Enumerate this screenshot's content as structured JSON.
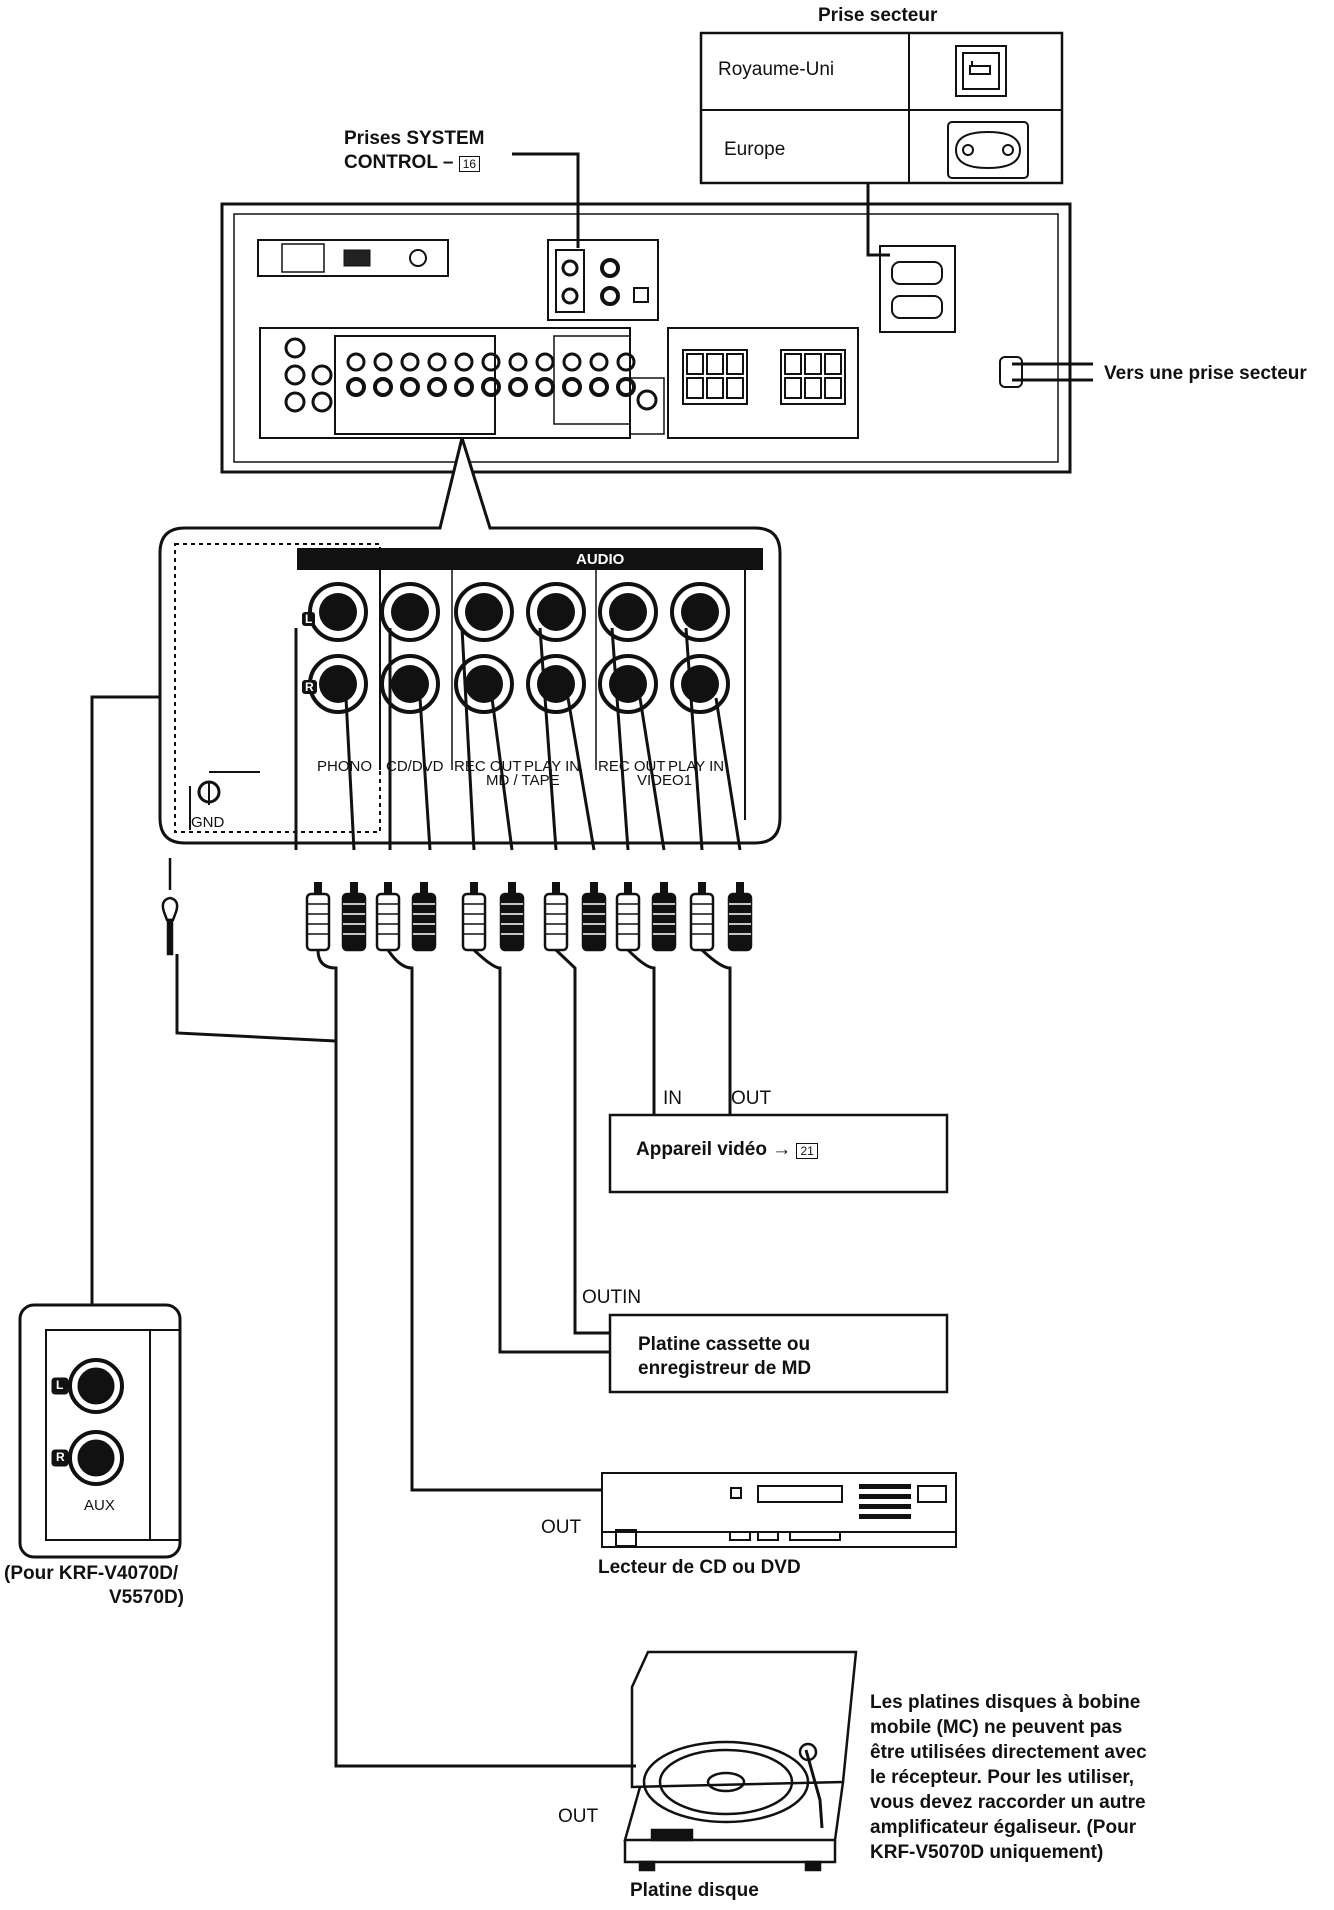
{
  "mains": {
    "title": "Prise secteur",
    "uk_label": "Royaume-Uni",
    "europe_label": "Europe",
    "to_outlet": "Vers une prise secteur"
  },
  "system_control": {
    "line1": "Prises SYSTEM",
    "line2": "CONTROL –",
    "page_ref": "16"
  },
  "panel": {
    "audio_header": "AUDIO",
    "left_badge": "L",
    "right_badge": "R",
    "gnd": "GND",
    "jack_labels": [
      "PHONO",
      "CD/DVD",
      "REC OUT",
      "PLAY IN",
      "REC OUT",
      "PLAY IN"
    ],
    "group_md_tape": "MD / TAPE",
    "group_video1": "VIDEO1"
  },
  "video_device": {
    "in_label": "IN",
    "out_label": "OUT",
    "name": "Appareil vidéo →",
    "page_ref": "21"
  },
  "tape_device": {
    "io_label": "OUTIN",
    "line1": "Platine cassette ou",
    "line2": "enregistreur de MD"
  },
  "aux_panel": {
    "left_badge": "L",
    "right_badge": "R",
    "label": "AUX",
    "note_line1": "(Pour KRF-V4070D/",
    "note_line2": "V5570D)"
  },
  "cd_player": {
    "out_label": "OUT",
    "name": "Lecteur de CD ou DVD"
  },
  "turntable": {
    "out_label": "OUT",
    "name": "Platine disque",
    "note": [
      "Les platines disques à bobine",
      "mobile (MC) ne peuvent pas",
      "être utilisées directement avec",
      "le récepteur. Pour les utiliser,",
      "vous devez raccorder un autre",
      "amplificateur égaliseur. (Pour",
      "KRF-V5070D uniquement)"
    ]
  }
}
